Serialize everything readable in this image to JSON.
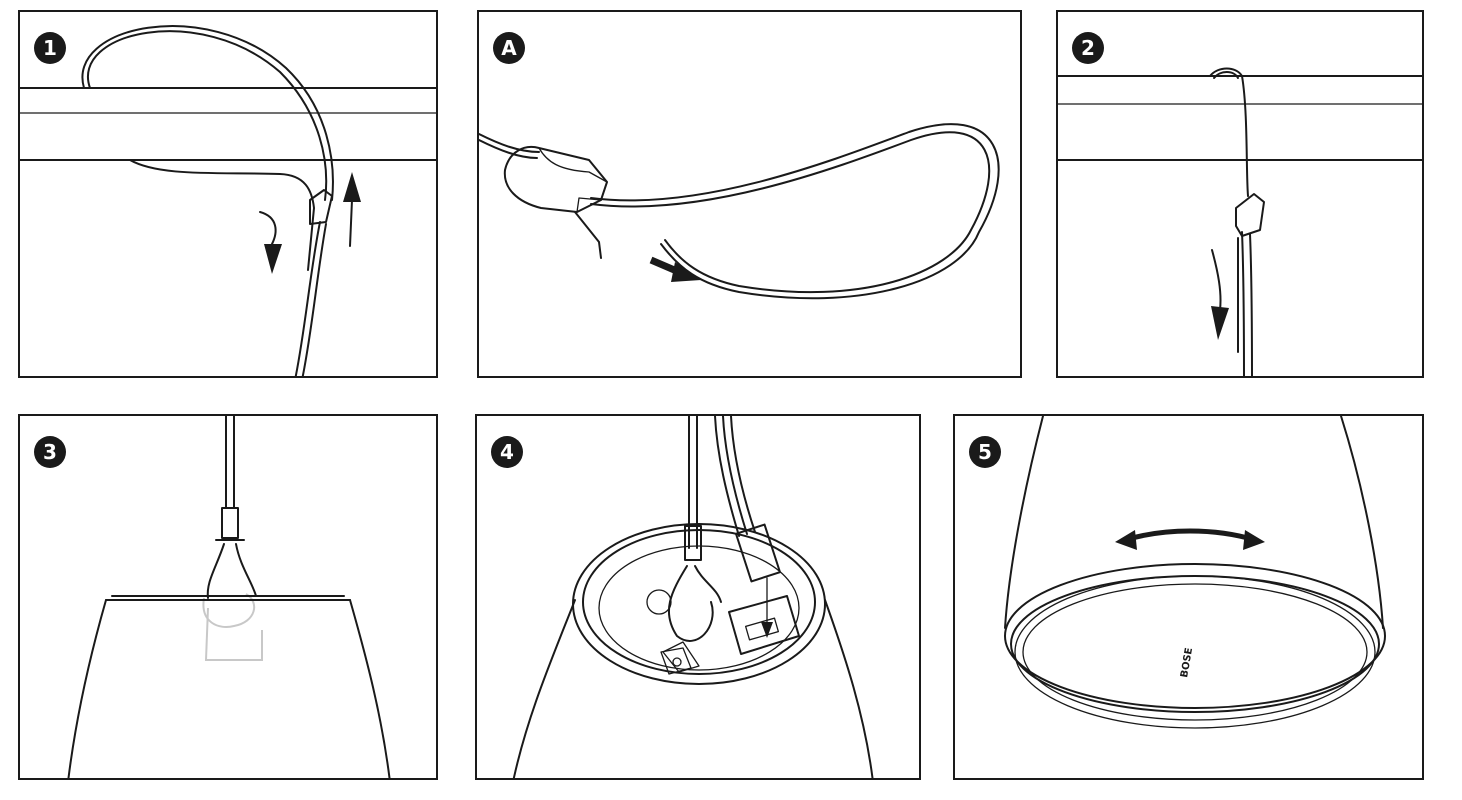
{
  "panels": [
    {
      "id": "p1",
      "step_label": "1"
    },
    {
      "id": "pA",
      "step_label": "A"
    },
    {
      "id": "p2",
      "step_label": "2"
    },
    {
      "id": "p3",
      "step_label": "3"
    },
    {
      "id": "p4",
      "step_label": "4"
    },
    {
      "id": "p5",
      "step_label": "5"
    }
  ],
  "logo_text": "BOSE"
}
